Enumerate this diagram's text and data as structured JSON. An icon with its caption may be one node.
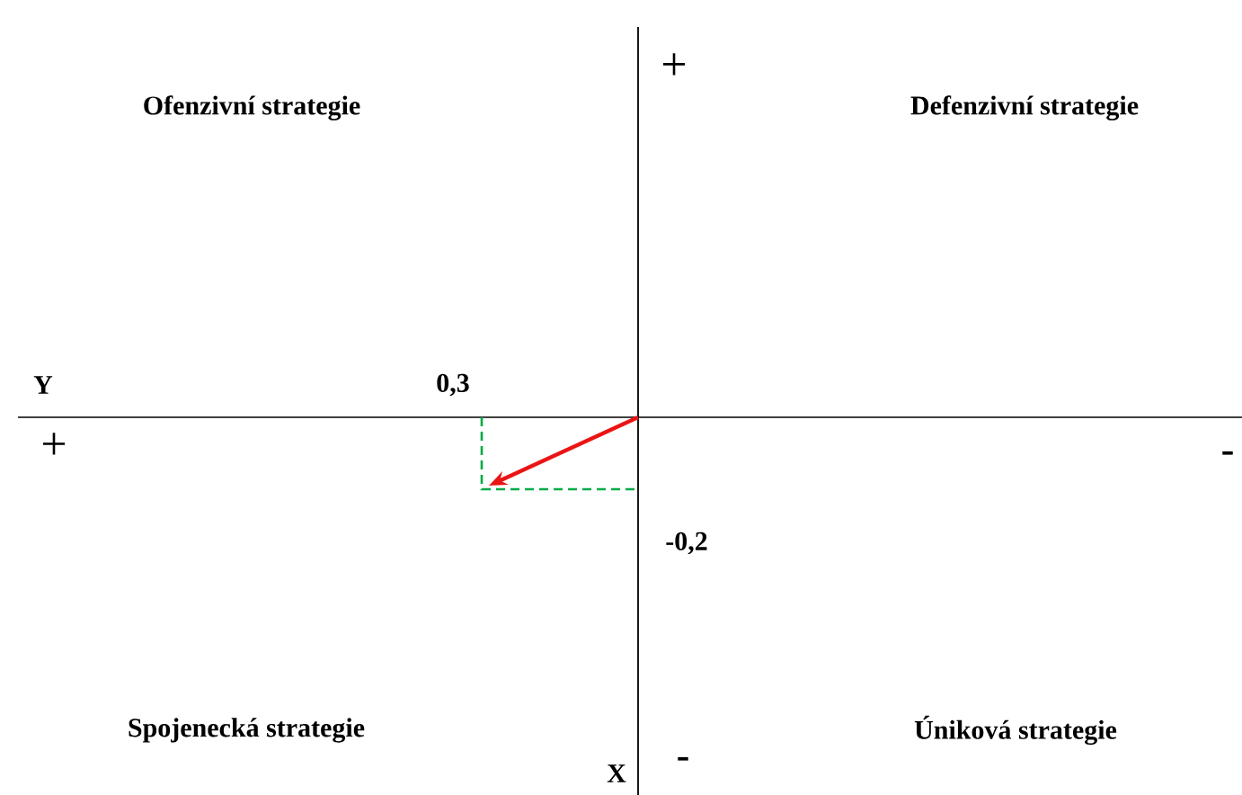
{
  "diagram": {
    "labels": [
      "+",
      "Ofenzivní strategie",
      "Defenzivní strategie",
      "Y",
      "0,3",
      "+",
      "-",
      "-0,2",
      "Spojenecká strategie",
      "Úniková strategie",
      "X",
      "-"
    ]
  }
}
